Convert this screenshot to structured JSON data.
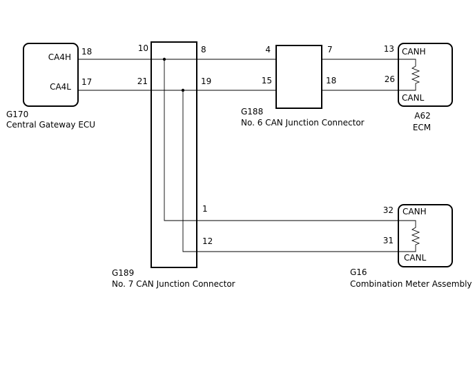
{
  "components": {
    "ecu_g170": {
      "code": "G170",
      "name": "Central Gateway ECU",
      "pin_ca4h_label": "CA4H",
      "pin_ca4l_label": "CA4L",
      "pin_ca4h_no": "18",
      "pin_ca4l_no": "17"
    },
    "jc_g189": {
      "code": "G189",
      "name": "No. 7 CAN Junction Connector",
      "pin_in_h": "10",
      "pin_in_l": "21",
      "pin_out_h": "8",
      "pin_out_l": "19",
      "pin_meter_h": "1",
      "pin_meter_l": "12"
    },
    "jc_g188": {
      "code": "G188",
      "name": "No. 6 CAN Junction Connector",
      "pin_in_h": "4",
      "pin_in_l": "15",
      "pin_out_h": "7",
      "pin_out_l": "18"
    },
    "ecm_a62": {
      "code": "A62",
      "name": "ECM",
      "pin_canh_no": "13",
      "pin_canl_no": "26",
      "canh_label": "CANH",
      "canl_label": "CANL"
    },
    "meter_g16": {
      "code": "G16",
      "name": "Combination Meter Assembly",
      "pin_canh_no": "32",
      "pin_canl_no": "31",
      "canh_label": "CANH",
      "canl_label": "CANL"
    }
  }
}
